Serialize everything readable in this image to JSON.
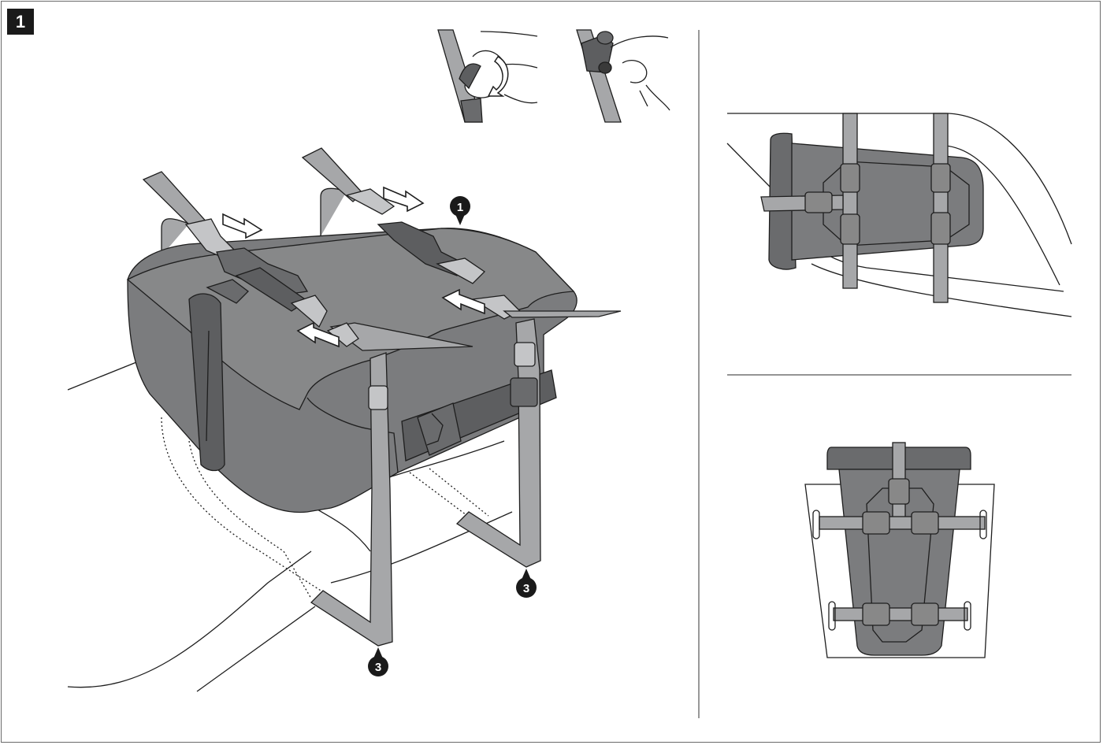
{
  "step": {
    "number": "1"
  },
  "callouts": [
    {
      "id": "callout-1",
      "label": "1"
    },
    {
      "id": "callout-3a",
      "label": "3"
    },
    {
      "id": "callout-3b",
      "label": "3"
    }
  ],
  "colors": {
    "bag": "#7b7c7e",
    "bag_dark": "#5d5e60",
    "strap": "#a6a7a9",
    "strap_light": "#c4c5c7",
    "line": "#1e1e1e",
    "badge": "#1a1a1a"
  }
}
